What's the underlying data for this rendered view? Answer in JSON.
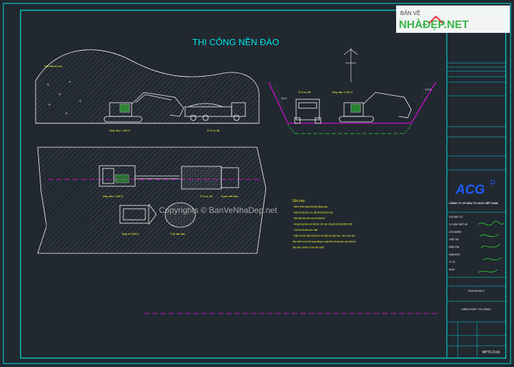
{
  "title": "THI CÔNG NỀN ĐÀO",
  "watermark": {
    "brand_top": "BẢN VẼ",
    "brand_main": "NHÀĐẸP.NET",
    "copyright": "Copyrights © BanVeNhaDep.net"
  },
  "section_top_left": {
    "label_left": "Đất đào bị bốc",
    "excavator_label": "Máy đào 1.25CV",
    "truck_label": "Ô tô tự đổ"
  },
  "section_top_right": {
    "truck_label": "Ô tô tự đổ",
    "excavator_label": "Máy đào 1.25CV",
    "slope_left": "1/0.7",
    "slope_right": "1/1.5"
  },
  "section_plan": {
    "excavator_label": "Máy đào 1.25CV",
    "truck_label": "Ô tô tự đổ",
    "soil_label": "Tuyến đất đào",
    "dozer_label": "Máy ủi 125CV",
    "pile_label": "Tỉ lệ đất đào"
  },
  "notes": {
    "heading": "Ghi chú:",
    "lines": [
      "- Định vị tim tuyến đường bằng máy",
      "- Đào bỏ lớp hữu cơ, đất không thích hợp",
      "- Đào đất nền đến cao độ thiết kế",
      "- Dùng máy đào xúc đất lên ô tô vận chuyển đến bãi thải TĐP",
      "- Tạo dốc thoát nước mặt",
      "- Kiểm tra độ chặt K95 trước khi đắp lớp tiếp theo, nếu chưa đạt",
      "  tiến hành lu lèn bổ sung bằng lu rung đến khi đạt yêu cầu thiết kế",
      "  theo tiêu chuẩn TCVN hiện hành"
    ]
  },
  "title_block": {
    "company": "CÔNG TY CP ĐẦU TƯ ACG VIỆT NAM",
    "logo": "ACG",
    "drawing_name": "BIỆN PHÁP THI CÔNG",
    "phase": "GIAI ĐOẠN 1",
    "sheet_code": "BPTC-D-01",
    "rows": [
      "CHỦ ĐẦU TƯ",
      "TƯ VẤN THIẾT KẾ",
      "CHỦ NHIỆM",
      "THIẾT KẾ",
      "KIỂM TRA",
      "GIÁM ĐỐC",
      "TỶ LỆ",
      "NGÀY"
    ]
  },
  "colors": {
    "background": "#212830",
    "frame": "#00e5e5",
    "drawing": "#ffffff",
    "hatch": "#b0b0b0",
    "label": "#ffff33",
    "title": "#00e5e5",
    "accent_magenta": "#ff00ff",
    "accent_green": "#33dd33",
    "logo_blue": "#1e5cff"
  }
}
